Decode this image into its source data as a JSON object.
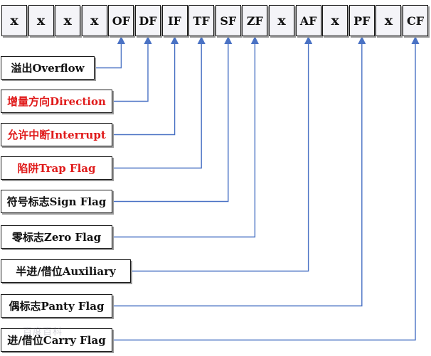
{
  "register_bits": [
    "x",
    "x",
    "x",
    "x",
    "OF",
    "DF",
    "IF",
    "TF",
    "SF",
    "ZF",
    "x",
    "AF",
    "x",
    "PF",
    "x",
    "CF"
  ],
  "flags": [
    {
      "bit": "OF",
      "label": "溢出Overflow",
      "highlight": false
    },
    {
      "bit": "DF",
      "label": "增量方向Direction",
      "highlight": true
    },
    {
      "bit": "IF",
      "label": "允许中断Interrupt",
      "highlight": true
    },
    {
      "bit": "TF",
      "label": "陷阱Trap Flag",
      "highlight": true
    },
    {
      "bit": "SF",
      "label": "符号标志Sign Flag",
      "highlight": false
    },
    {
      "bit": "ZF",
      "label": "零标志Zero Flag",
      "highlight": false
    },
    {
      "bit": "AF",
      "label": "半进/借位Auxiliary",
      "highlight": false
    },
    {
      "bit": "PF",
      "label": "偶标志Panty Flag",
      "highlight": false
    },
    {
      "bit": "CF",
      "label": "进/借位Carry Flag",
      "highlight": false
    }
  ],
  "colors": {
    "connector": "#4a72c4",
    "highlight_text": "#e01b1b",
    "text": "#111111"
  },
  "watermark": "百度百科"
}
